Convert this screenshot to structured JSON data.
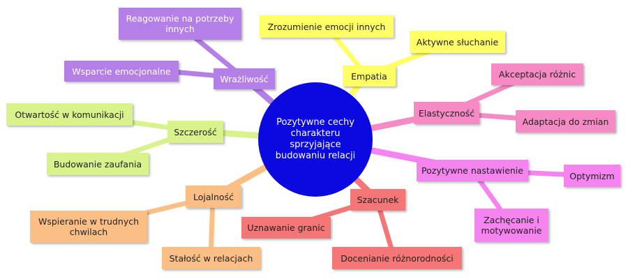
{
  "center": {
    "label": "Pozytywne cechy charakteru sprzyjające budowaniu relacji"
  },
  "colors": {
    "center": "#0a0ae0",
    "purple": "#b57fe8",
    "yellow": "#ffff66",
    "green": "#d8f28c",
    "pink": "#f58ac4",
    "magenta": "#f583f0",
    "orange": "#fbbf86",
    "red": "#f47676"
  },
  "branches": {
    "wrazliwosc": {
      "label": "Wrażliwość",
      "children": [
        "Reagowanie na potrzeby innych",
        "Wsparcie emocjonalne"
      ]
    },
    "empatia": {
      "label": "Empatia",
      "children": [
        "Zrozumienie emocji innych",
        "Aktywne słuchanie"
      ]
    },
    "elastycznosc": {
      "label": "Elastyczność",
      "children": [
        "Akceptacja różnic",
        "Adaptacja do zmian"
      ]
    },
    "szczerosc": {
      "label": "Szczerość",
      "children": [
        "Otwartość w komunikacji",
        "Budowanie zaufania"
      ]
    },
    "nastawienie": {
      "label": "Pozytywne nastawienie",
      "children": [
        "Optymizm",
        "Zachęcanie i motywowanie"
      ]
    },
    "lojalnosc": {
      "label": "Lojalność",
      "children": [
        "Wspieranie w trudnych chwilach",
        "Stałość w relacjach"
      ]
    },
    "szacunek": {
      "label": "Szacunek",
      "children": [
        "Uznawanie granic",
        "Docenianie różnorodności"
      ]
    }
  }
}
